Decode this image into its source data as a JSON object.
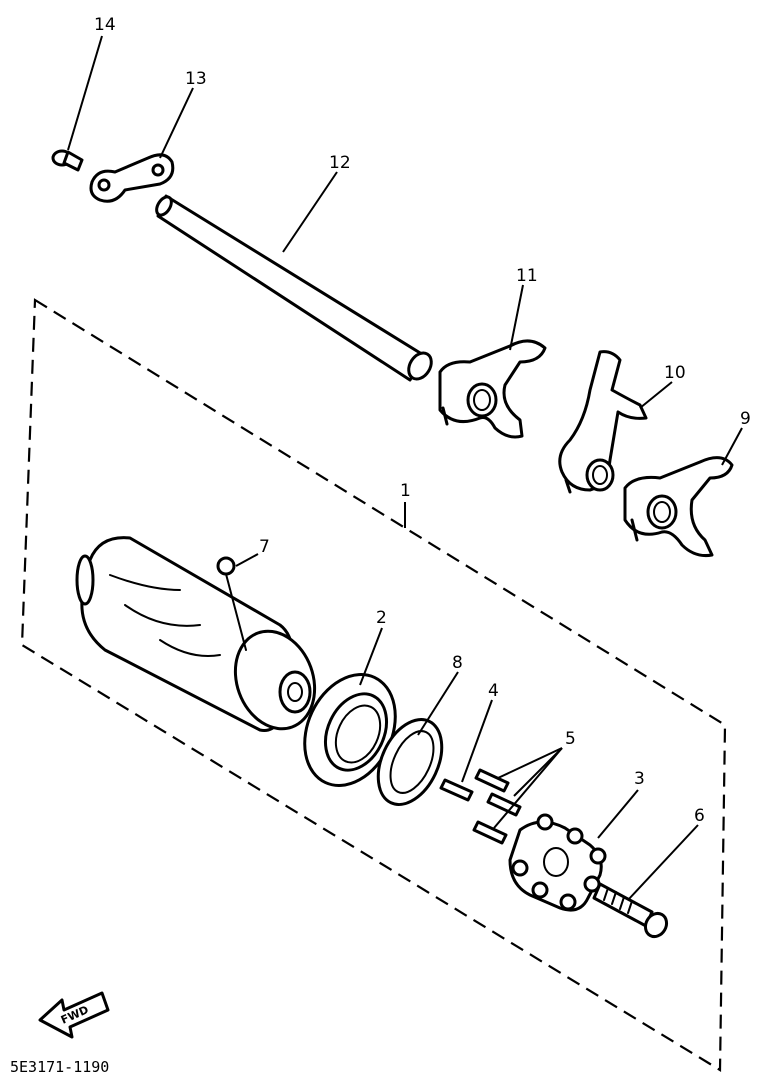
{
  "callouts": {
    "c1": "1",
    "c2": "2",
    "c3": "3",
    "c4": "4",
    "c5": "5",
    "c6": "6",
    "c7": "7",
    "c8": "8",
    "c9": "9",
    "c10": "10",
    "c11": "11",
    "c12": "12",
    "c13": "13",
    "c14": "14"
  },
  "direction_label": "FWD",
  "figure_code": "5E3171-1190"
}
